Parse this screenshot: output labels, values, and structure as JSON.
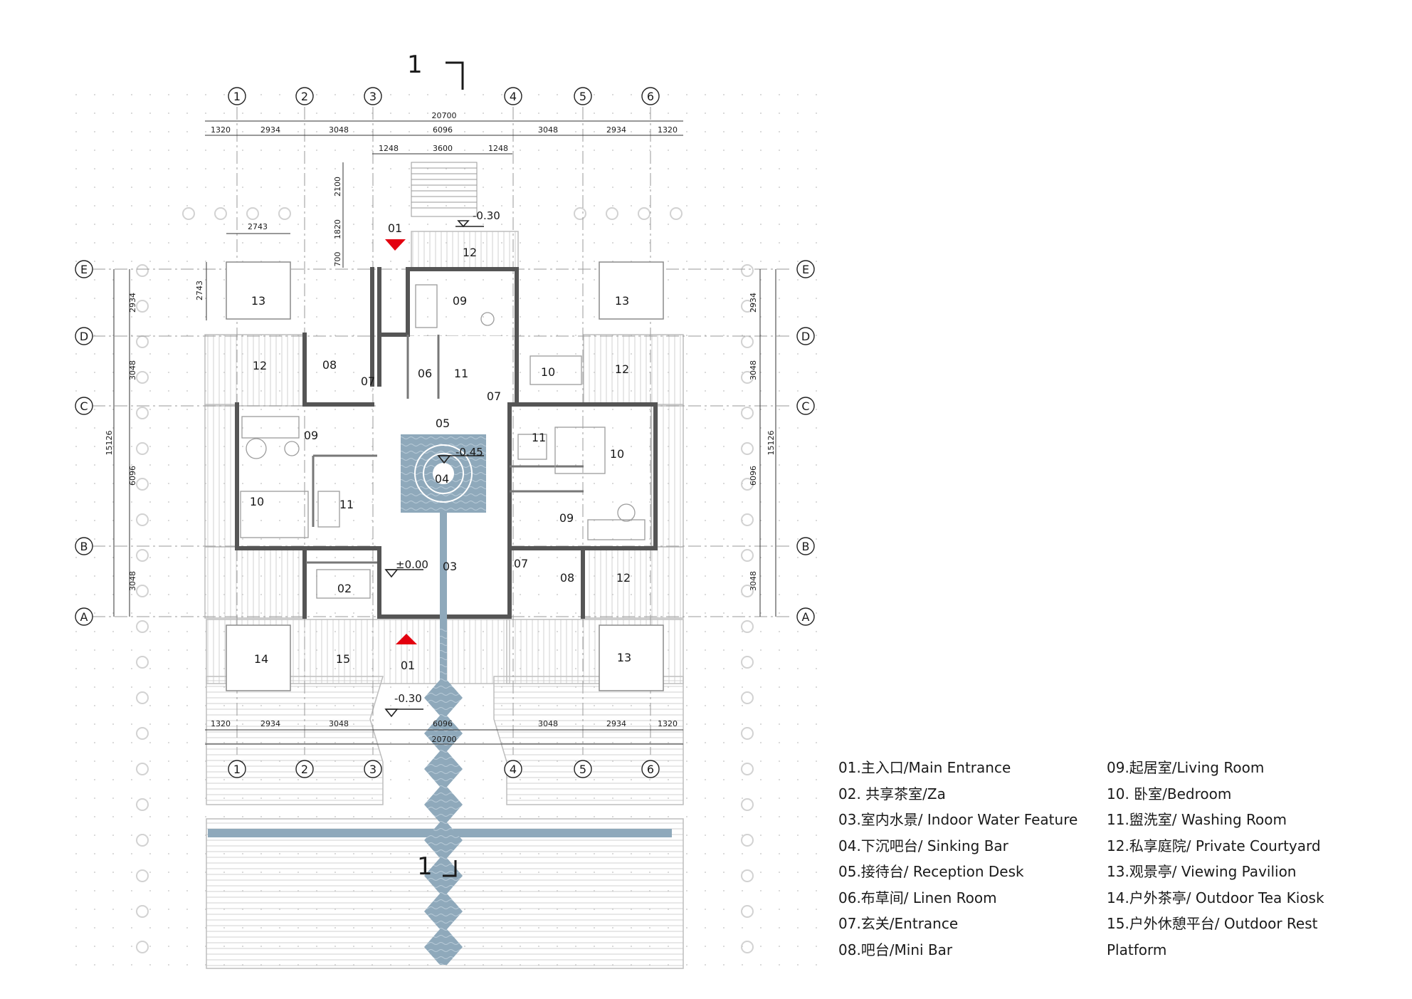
{
  "section_marks": {
    "top": "1",
    "bottom": "1"
  },
  "grid_axes": {
    "columns": [
      "1",
      "2",
      "3",
      "4",
      "5",
      "6"
    ],
    "rows": [
      "A",
      "B",
      "C",
      "D",
      "E"
    ]
  },
  "dimensions": {
    "top_total": "20700",
    "top_chain": [
      "1320",
      "2934",
      "3048",
      "6096",
      "3048",
      "2934",
      "1320"
    ],
    "top_sub_chain": [
      "1248",
      "3600",
      "1248"
    ],
    "bottom_total": "20700",
    "bottom_chain": [
      "1320",
      "2934",
      "3048",
      "6096",
      "3048",
      "2934",
      "1320"
    ],
    "left_chain": [
      "2934",
      "3048",
      "6096",
      "3048"
    ],
    "left_total": "15126",
    "right_chain": [
      "2934",
      "3048",
      "6096",
      "3048"
    ],
    "right_total": "15126",
    "stair": [
      "2100",
      "1820",
      "700"
    ],
    "pavilion_width": "2743",
    "pavilion_depth": "2743"
  },
  "levels": {
    "entry_top": "-0.30",
    "bar": "-0.45",
    "main_floor": "±0.00",
    "entry_bottom": "-0.30"
  },
  "room_labels": {
    "entrance_top": "01",
    "courtyard_top": "12",
    "living_top": "09",
    "pavilion_nw": "13",
    "pavilion_ne": "13",
    "courtyard_nw": "12",
    "minibar_nw": "08",
    "entrance_nw": "07",
    "linen": "06",
    "washing_center": "11",
    "entrance_ne": "07",
    "bedroom_ne": "10",
    "courtyard_ne": "12",
    "reception": "05",
    "living_w": "09",
    "bedroom_w": "10",
    "washing_w": "11",
    "bar": "04",
    "washing_e": "11",
    "bedroom_e": "10",
    "living_e": "09",
    "za": "02",
    "water": "03",
    "entrance_se": "07",
    "minibar_se": "08",
    "courtyard_se": "12",
    "tea_kiosk": "14",
    "rest_platform": "15",
    "entrance_bottom": "01",
    "pavilion_se": "13"
  },
  "legend": {
    "left": [
      "01.主入口/Main Entrance",
      "02. 共享茶室/Za",
      "03.室内水景/ Indoor Water Feature",
      "04.下沉吧台/ Sinking Bar",
      "05.接待台/ Reception Desk",
      "06.布草间/ Linen Room",
      "07.玄关/Entrance",
      "08.吧台/Mini Bar"
    ],
    "right": [
      "09.起居室/Living Room",
      "10. 卧室/Bedroom",
      "11.盥洗室/ Washing Room",
      "12.私享庭院/ Private Courtyard",
      "13.观景亭/ Viewing Pavilion",
      "14.户外茶亭/ Outdoor Tea Kiosk",
      "15.户外休憩平台/ Outdoor Rest"
    ],
    "right_continuation": "Platform"
  },
  "colors": {
    "water": "#8fa9bb",
    "wall": "#555555",
    "marker": "#e3000f",
    "grid": "#9a9a9a"
  }
}
